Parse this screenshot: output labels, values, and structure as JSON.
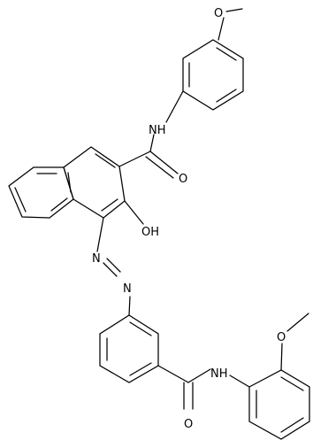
{
  "molecule": {
    "atom_labels": {
      "methoxy_top": "O",
      "amide1_nh": "NH",
      "amide1_o": "O",
      "hydroxy": "OH",
      "azo_n1": "N",
      "azo_n2": "N",
      "amide2_nh": "NH",
      "amide2_o": "O",
      "methoxy_bottom": "O"
    }
  }
}
